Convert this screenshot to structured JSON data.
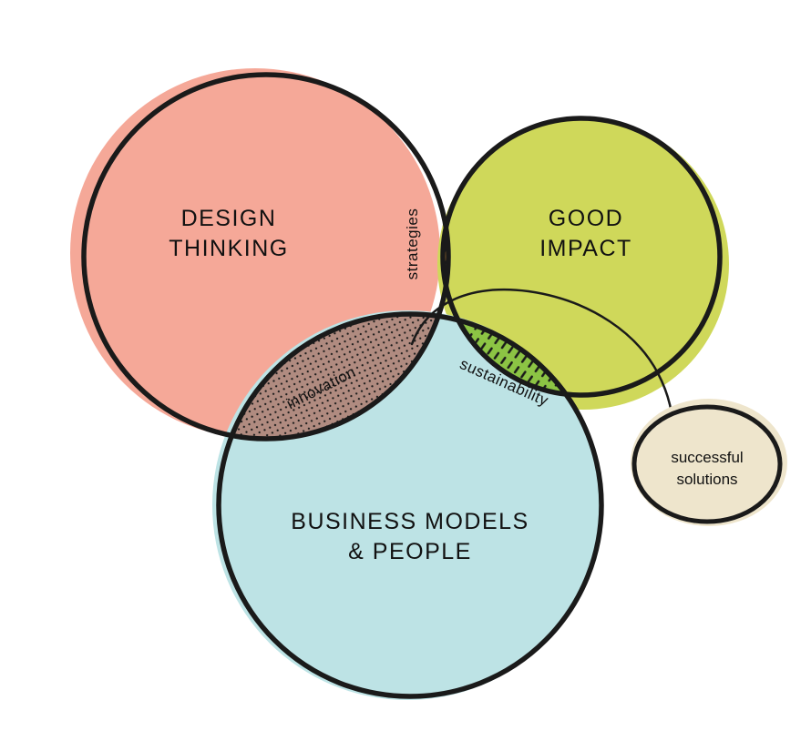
{
  "colors": {
    "design_thinking": "#f5a898",
    "good_impact": "#cfd85a",
    "business_models": "#bde3e5",
    "strategies": "#d48f3a",
    "innovation": "#b08b80",
    "sustainability": "#8cc444",
    "center": "#ece2c8",
    "solutions": "#eee5cc",
    "outline": "#1a1a1a"
  },
  "circles": {
    "design_thinking": [
      "DESIGN",
      "THINKING"
    ],
    "good_impact": [
      "GOOD",
      "IMPACT"
    ],
    "business_models": [
      "BUSINESS MODELS",
      "& PEOPLE"
    ]
  },
  "intersections": {
    "strategies": "strategies",
    "innovation": "innovation",
    "sustainability": "sustainability"
  },
  "outcome": [
    "successful",
    "solutions"
  ]
}
